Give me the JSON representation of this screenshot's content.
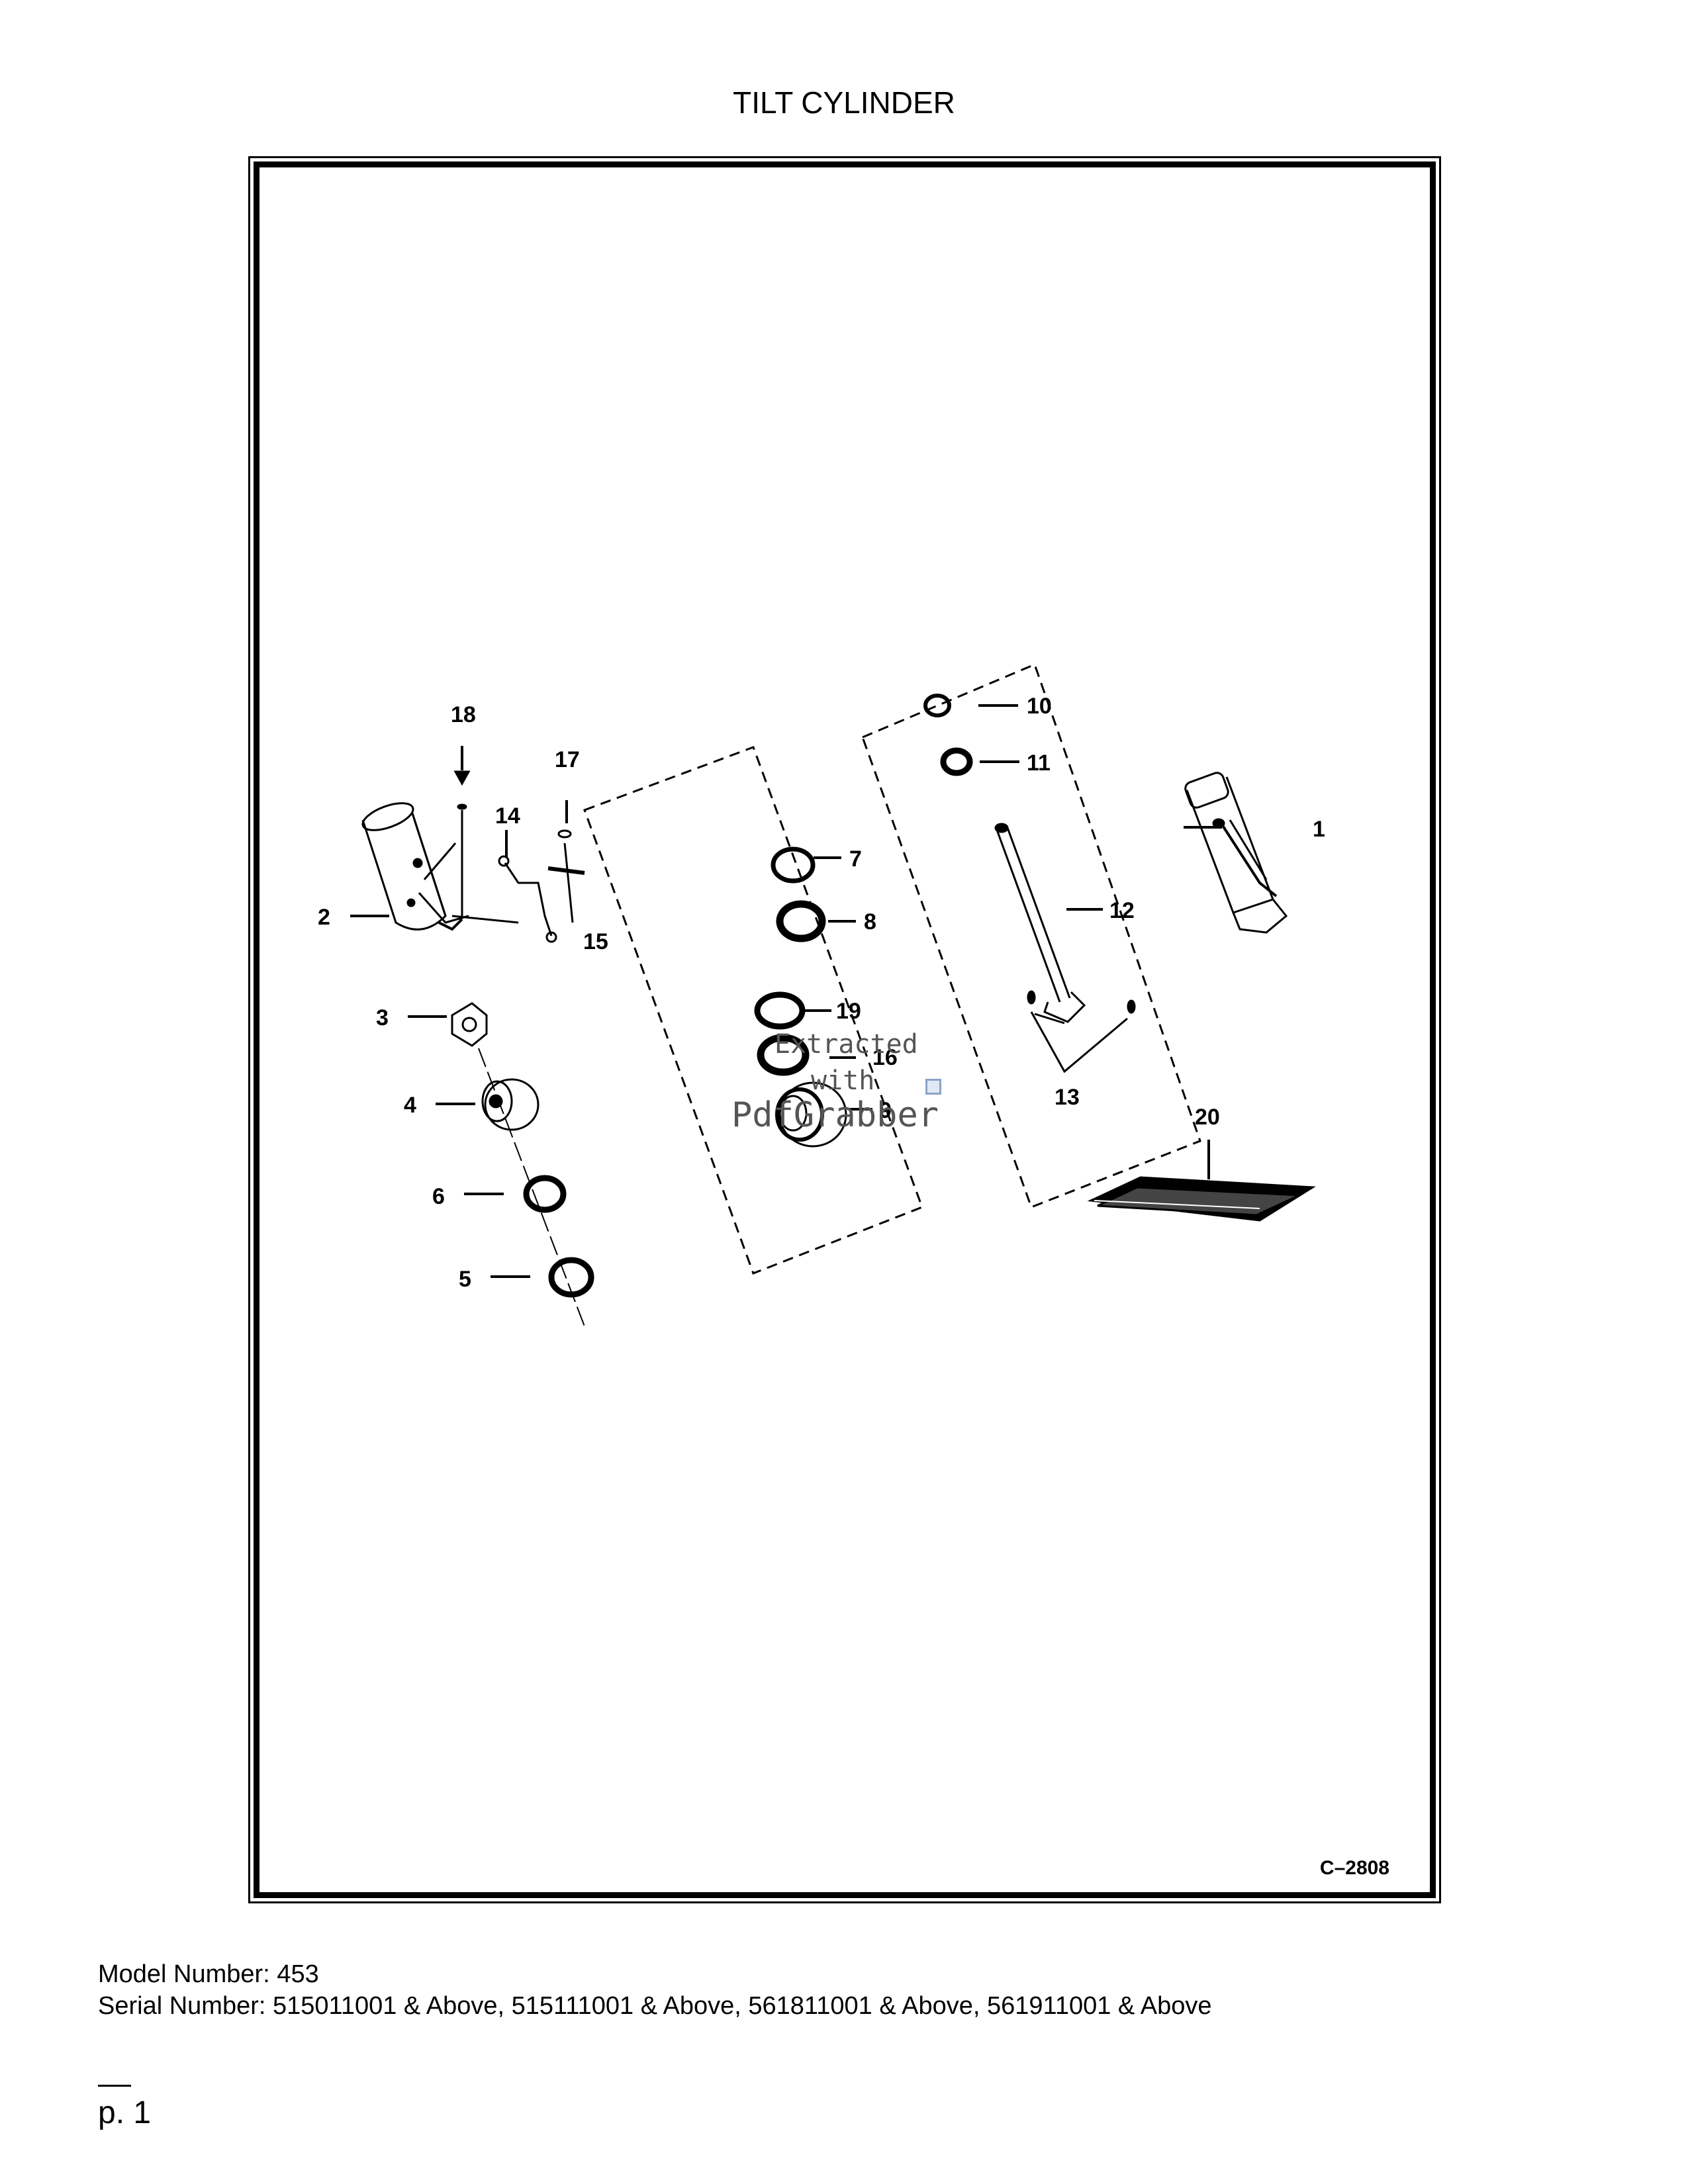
{
  "page": {
    "title": "TILT CYLINDER",
    "figure_ref": "C–2808",
    "model": "Model Number: 453",
    "serial": "Serial Number: 515011001 & Above, 515111001 & Above, 561811001 & Above, 561911001 & Above",
    "page_label": "p. 1"
  },
  "callouts": [
    "1",
    "2",
    "3",
    "4",
    "5",
    "6",
    "7",
    "8",
    "9",
    "10",
    "11",
    "12",
    "13",
    "14",
    "15",
    "16",
    "17",
    "18",
    "19",
    "20"
  ],
  "watermark": {
    "line1": "Extracted",
    "line2": "with",
    "line3": "PdfGrabber"
  }
}
